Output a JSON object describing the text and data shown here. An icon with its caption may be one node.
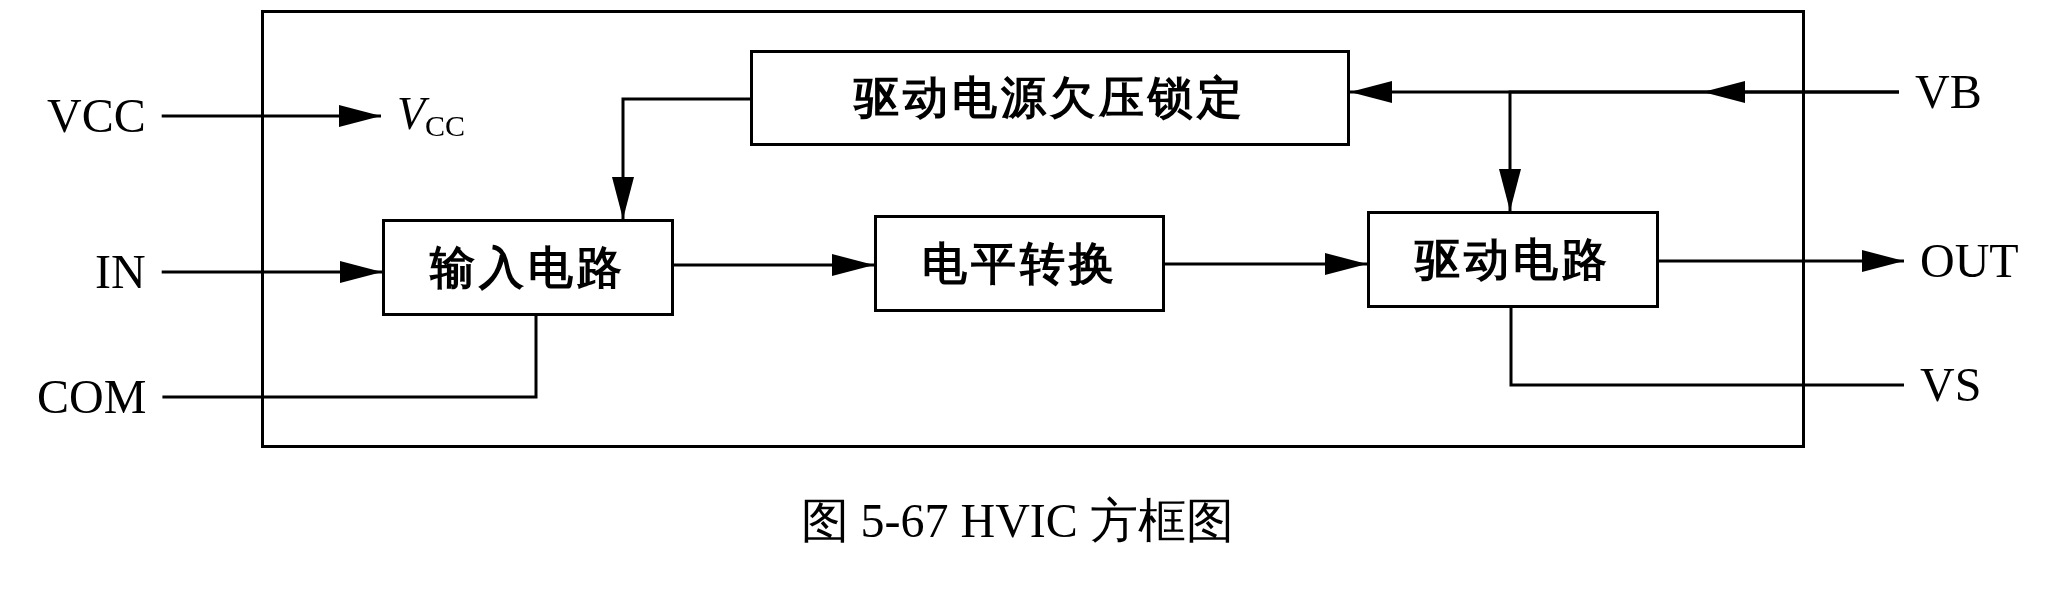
{
  "diagram": {
    "caption": "图 5-67 HVIC 方框图",
    "nodes": [
      {
        "text": [],
        "shape": "box"
      },
      {
        "text": [
          "VCC"
        ]
      },
      {
        "text": [
          "*V*$_{CC}$"
        ],
        "in": 0
      },
      {
        "text": [
          "驱动电源欠压锁定"
        ],
        "in": 0
      },
      {
        "text": [
          "VB"
        ]
      },
      {
        "text": [
          "IN"
        ]
      },
      {
        "text": [
          "输入电路"
        ],
        "in": 0
      },
      {
        "text": [
          "电平转换"
        ],
        "in": 0
      },
      {
        "text": [
          "驱动电路"
        ],
        "in": 0
      },
      {
        "text": [
          "OUT"
        ]
      },
      {
        "text": [
          "COM"
        ]
      },
      {
        "text": [
          "VS"
        ]
      }
    ],
    "edges": [
      {
        "from": 1,
        "to": 2,
        "arrow": "to"
      },
      {
        "from": 4,
        "to": 3,
        "arrow": "to"
      },
      {
        "from": 4,
        "to": 8,
        "arrow": "to"
      },
      {
        "from": 3,
        "to": 6,
        "arrow": "to"
      },
      {
        "from": 5,
        "to": 6,
        "arrow": "to"
      },
      {
        "from": 6,
        "to": 7,
        "arrow": "to"
      },
      {
        "from": 7,
        "to": 8,
        "arrow": "to"
      },
      {
        "from": 8,
        "to": 9,
        "arrow": "to"
      },
      {
        "from": 10,
        "to": 6,
        "arrow": "none"
      },
      {
        "from": 8,
        "to": 11,
        "arrow": "none"
      }
    ]
  }
}
